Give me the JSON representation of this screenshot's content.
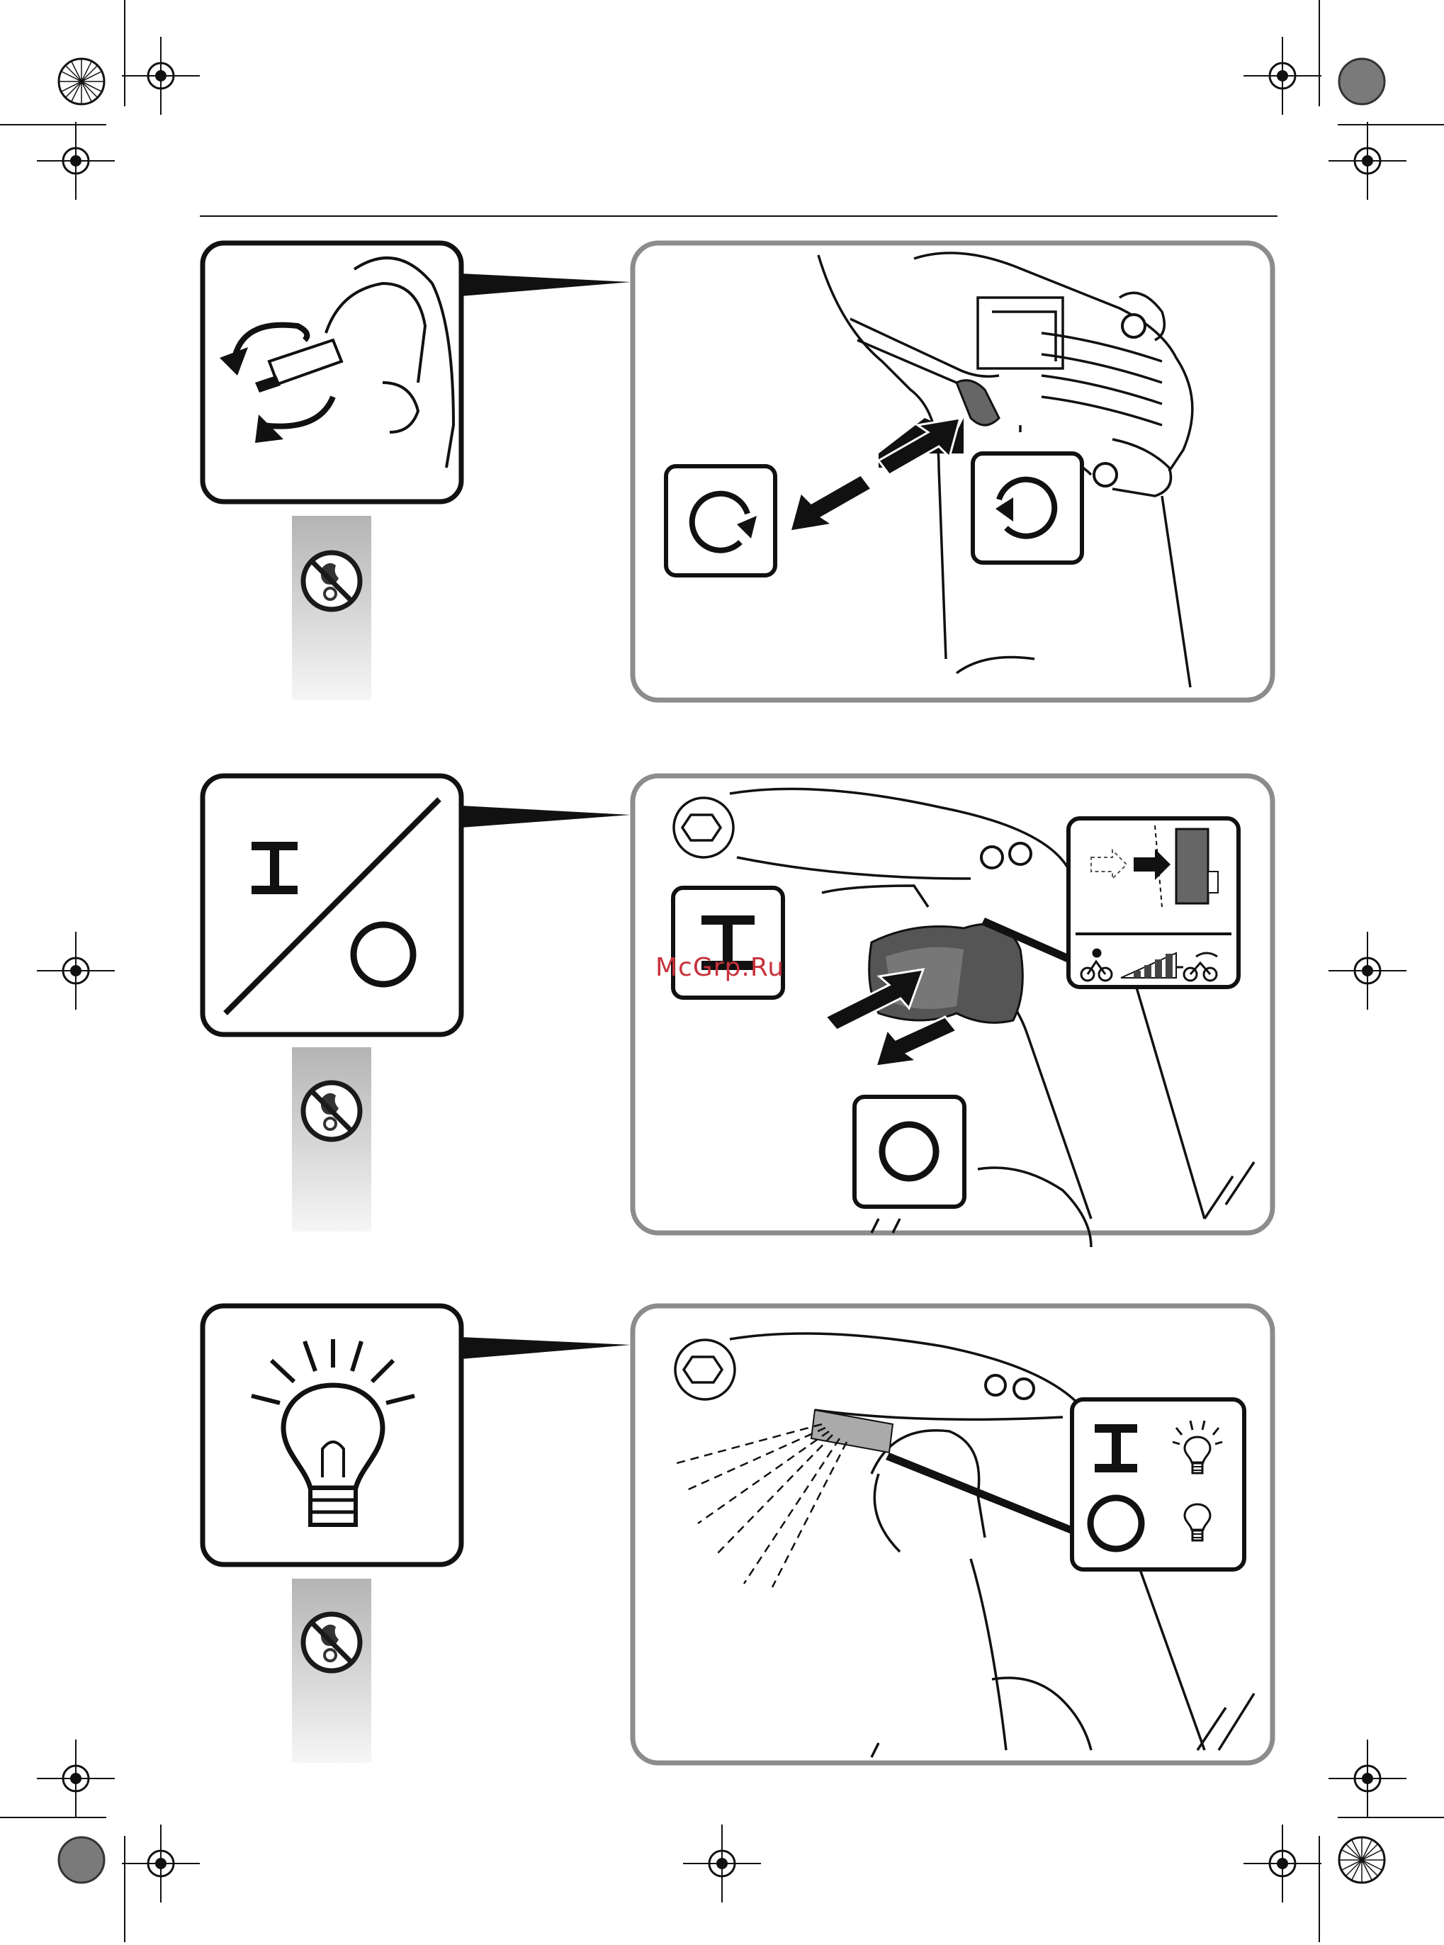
{
  "watermark": {
    "text": "McGrp.Ru"
  },
  "icons": {
    "registration_marks": "crosshair-registration-mark",
    "reversing": "rotate-direction-icon",
    "on_off": "on-off-switch-icon",
    "work_light": "light-bulb-icon",
    "no_touch": "do-not-touch-while-running-icon"
  },
  "symbols": {
    "on": "I",
    "off": "O"
  },
  "colors": {
    "frame": "#8c8c8c",
    "ink": "#111111",
    "watermark": "#c8323c",
    "bar_top": "#b4b4b4",
    "bar_bottom": "#f4f4f4"
  }
}
